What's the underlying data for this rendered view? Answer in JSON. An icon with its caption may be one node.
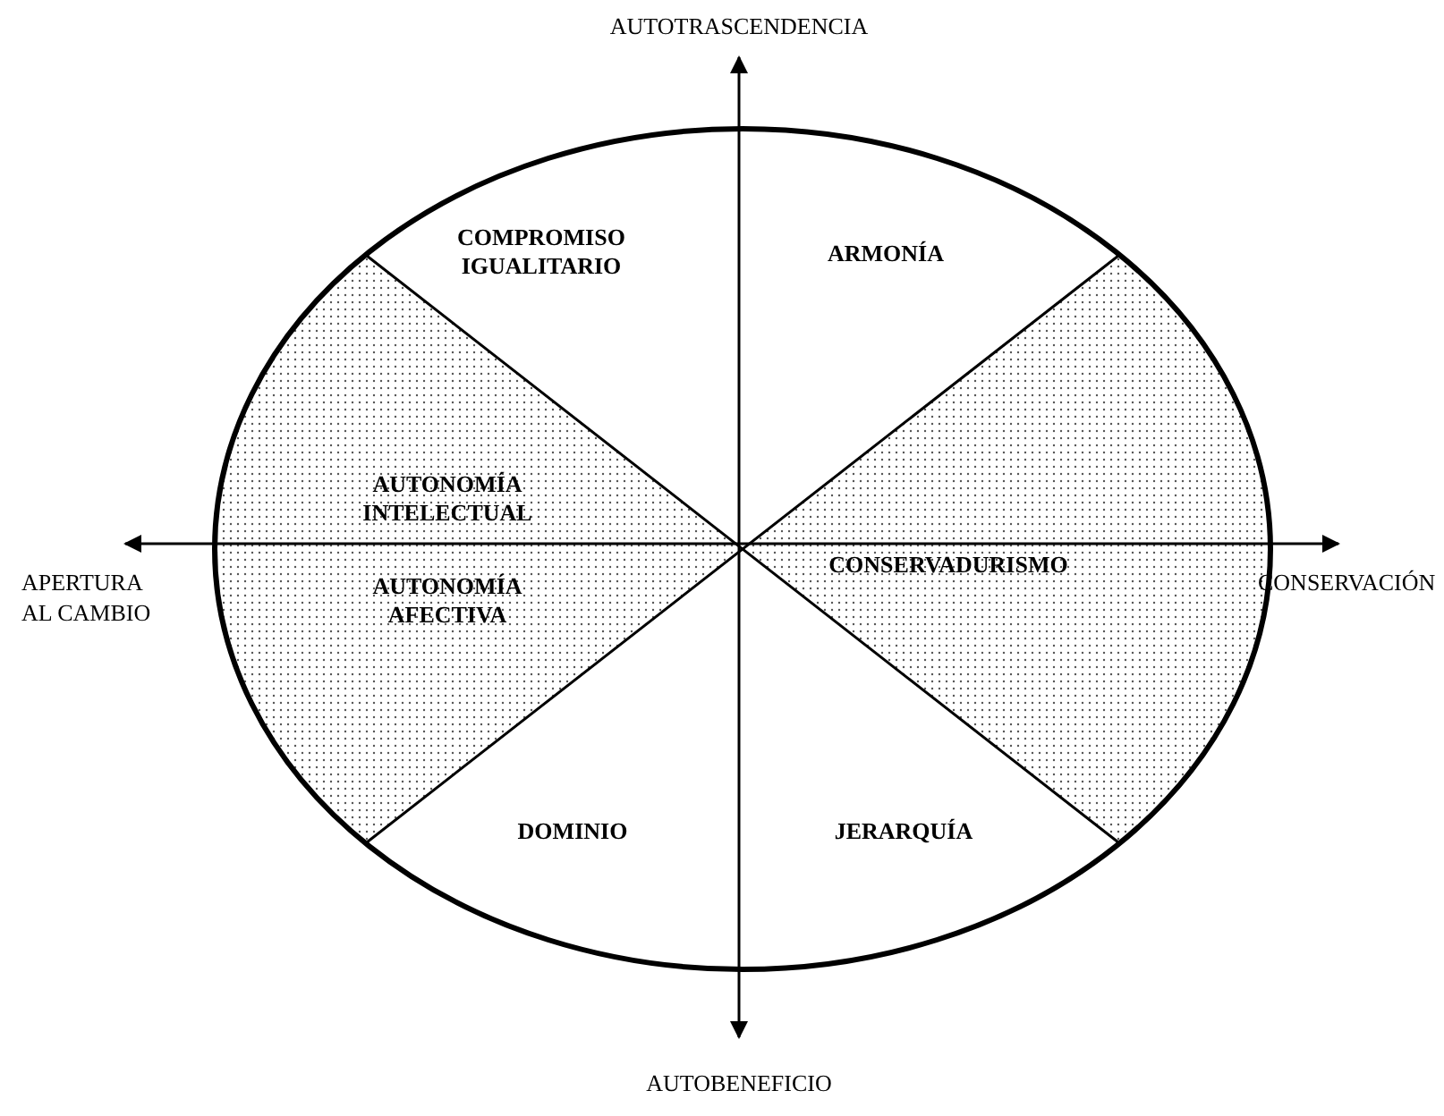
{
  "diagram": {
    "nodes": [
      {
        "text": [
          "COMPROMISO IGUALITARIO"
        ]
      },
      {
        "text": [
          "ARMONÍA"
        ]
      },
      {
        "text": [
          "AUTONOMÍA INTELECTUAL"
        ]
      },
      {
        "text": [
          "CONSERVADURISMO"
        ]
      },
      {
        "text": [
          "AUTONOMÍA AFECTIVA"
        ]
      },
      {
        "text": [
          "DOMINIO"
        ]
      },
      {
        "text": [
          "JERARQUÍA"
        ]
      }
    ],
    "edges": [],
    "labels": [
      "AUTOTRASCENDENCIA",
      "APERTURA AL CAMBIO",
      "CONSERVACIÓN",
      "AUTOBENEFICIO"
    ]
  }
}
